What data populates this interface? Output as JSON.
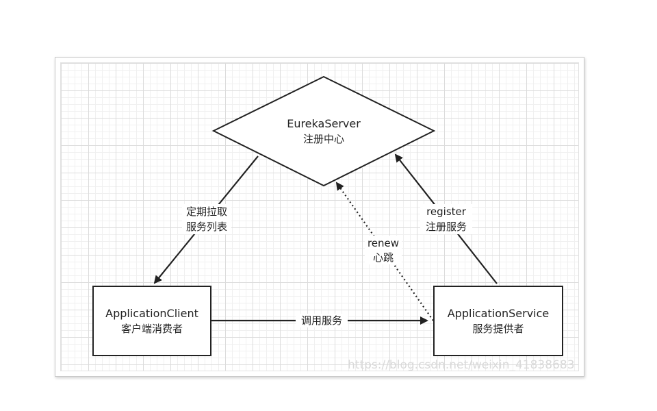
{
  "diagram": {
    "server": {
      "title": "EurekaServer",
      "subtitle": "注册中心"
    },
    "client": {
      "title": "ApplicationClient",
      "subtitle": "客户端消费者"
    },
    "service": {
      "title": "ApplicationService",
      "subtitle": "服务提供者"
    },
    "edges": {
      "fetch": {
        "line1": "定期拉取",
        "line2": "服务列表"
      },
      "register": {
        "line1": "register",
        "line2": "注册服务"
      },
      "renew": {
        "line1": "renew",
        "line2": "心跳"
      },
      "invoke": {
        "line1": "调用服务"
      }
    },
    "watermark": "https://blog.csdn.net/weixin_41838683"
  },
  "colors": {
    "stroke": "#222222",
    "grid_major": "#dcdcdc",
    "grid_minor": "#f0f0f0",
    "watermark": "#d9d9d9"
  }
}
